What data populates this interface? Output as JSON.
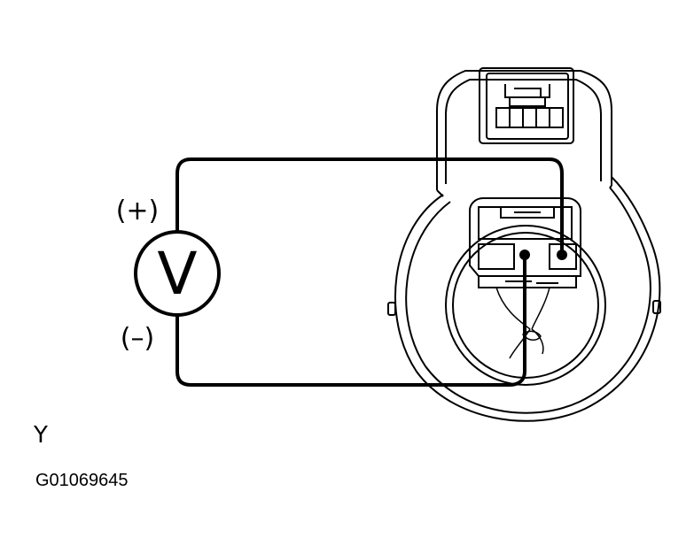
{
  "meter": {
    "symbol": "V",
    "positive_label": "(+)",
    "negative_label": "(–)"
  },
  "view_label": "Y",
  "figure_id": "G01069645",
  "colors": {
    "ink": "#000000",
    "background": "#ffffff"
  },
  "icons": {
    "meter": "voltmeter-icon",
    "component": "sensor-connector-drawing"
  }
}
